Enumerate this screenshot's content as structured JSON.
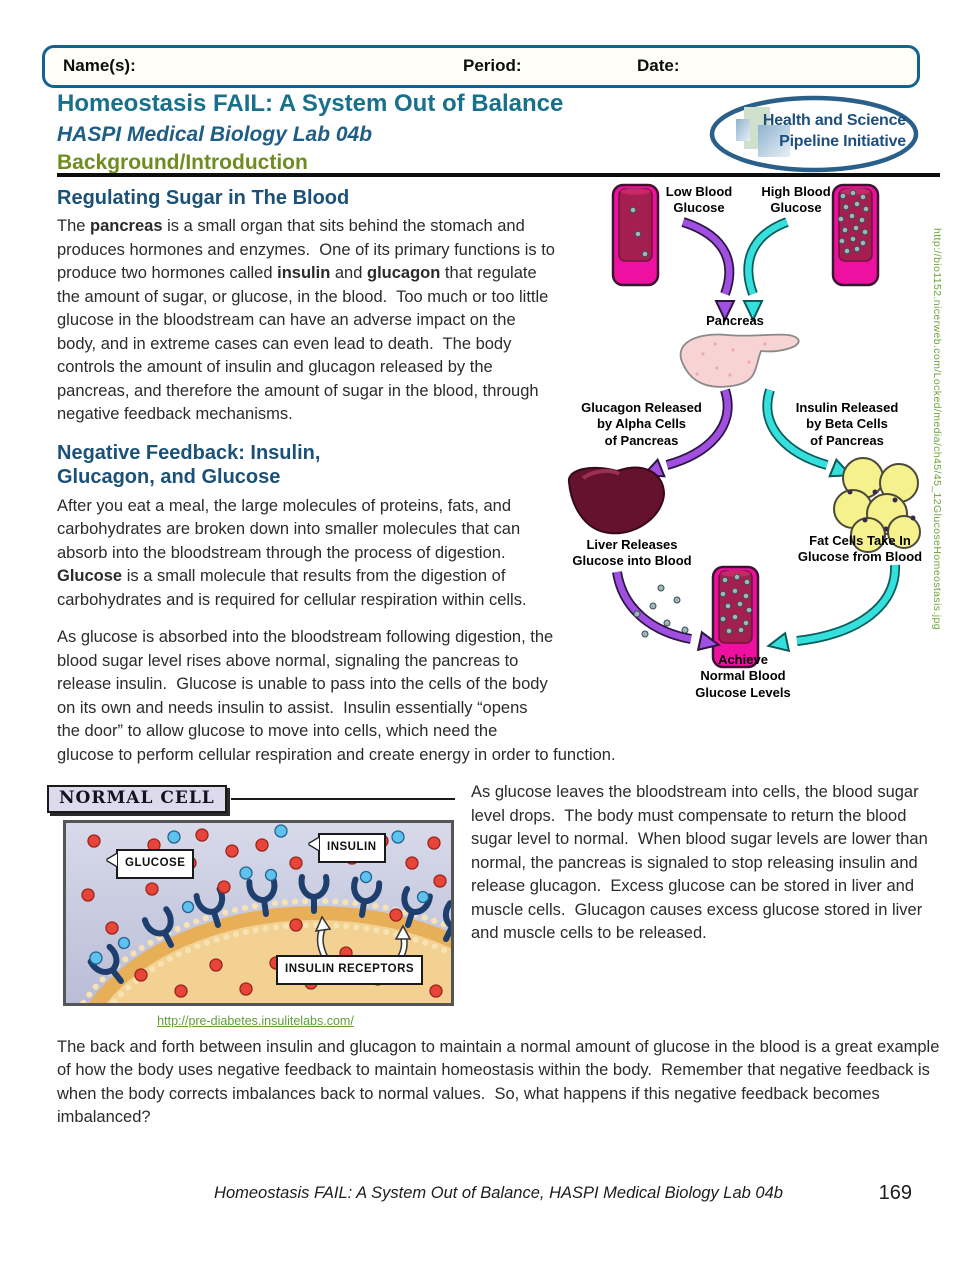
{
  "colors": {
    "accent_teal": "#19708a",
    "accent_blue": "#1b5178",
    "accent_olive": "#6f8c1f",
    "arrow_purple": "#a14fe0",
    "arrow_cyan": "#35e0dc",
    "vessel_pink": "#ee11a1",
    "link_green": "#6da33c"
  },
  "header": {
    "name_label": "Name(s):",
    "period_label": "Period:",
    "date_label": "Date:"
  },
  "title": {
    "main": "Homeostasis FAIL: A System Out of Balance",
    "sub": "HASPI Medical Biology Lab 04b",
    "section": "Background/Introduction"
  },
  "logo": {
    "line1": "Health and Science",
    "line2": "Pipeline Initiative"
  },
  "side_url": "http://bio1152.nicerweb.com/Locked/media/ch45/45_12GlucoseHomeostasis.jpg",
  "intro": {
    "heading": "Regulating Sugar in The Blood",
    "paragraph": [
      {
        "t": "The "
      },
      {
        "t": "pancreas",
        "b": true
      },
      {
        "t": " is a small organ that sits behind the stomach and produces hormones and enzymes.  One of its primary functions is to produce two hormones called "
      },
      {
        "t": "insulin",
        "b": true
      },
      {
        "t": " and "
      },
      {
        "t": "glucagon",
        "b": true
      },
      {
        "t": " that regulate the amount of sugar, or glucose, in the blood.  Too much or too little glucose in the bloodstream can have an adverse impact on the body, and in extreme cases can even lead to death.  The body controls the amount of insulin and glucagon released by the pancreas, and therefore the amount of sugar in the blood, through negative feedback mechanisms."
      }
    ]
  },
  "feedback": {
    "heading": "Negative Feedback: Insulin,\nGlucagon, and Glucose",
    "paragraph1": [
      {
        "t": "After you eat a meal, the large molecules of proteins, fats, and carbohydrates are broken down into smaller molecules that can absorb into the bloodstream through the process of digestion.  "
      },
      {
        "t": "Glucose",
        "b": true
      },
      {
        "t": " is a small molecule that results from the digestion of carbohydrates and is required for cellular respiration within cells."
      }
    ],
    "paragraph2": "As glucose is absorbed into the bloodstream following digestion, the blood sugar level rises above normal, signaling the pancreas to release insulin.  Glucose is unable to pass into the cells of the body on its own and needs insulin to assist.  Insulin essentially “opens the door” to allow glucose to move into cells, which need the glucose to perform cellular respiration and create energy in order to function."
  },
  "diagram": {
    "labels": {
      "low": "Low Blood\nGlucose",
      "high": "High Blood\nGlucose",
      "pancreas": "Pancreas",
      "glucagon": "Glucagon Released\nby Alpha Cells\nof Pancreas",
      "insulin": "Insulin Released\nby Beta Cells\nof Pancreas",
      "liver": "Liver Releases\nGlucose into Blood",
      "fat": "Fat Cells Take In\nGlucose from Blood",
      "achieve": "Achieve\nNormal Blood\nGlucose Levels"
    }
  },
  "cell_figure": {
    "banner": "NORMAL CELL",
    "glucose_label": "GLUCOSE",
    "insulin_label": "INSULIN",
    "receptors_label": "INSULIN RECEPTORS",
    "caption": "http://pre-diabetes.insulitelabs.com/"
  },
  "closing": {
    "paragraph1": "As glucose leaves the bloodstream into cells, the blood sugar level drops.  The body must compensate to return the blood sugar level to normal.  When blood sugar levels are lower than normal, the pancreas is signaled to stop releasing insulin and release glucagon.  Excess glucose can be stored in liver and muscle cells.  Glucagon causes excess glucose stored in liver and muscle cells to be released.",
    "paragraph2": "The back and forth between insulin and glucagon to maintain a normal amount of glucose in the blood is a great example of how the body uses negative feedback to maintain homeostasis within the body.  Remember that negative feedback is when the body corrects imbalances back to normal values.  So, what happens if this negative feedback becomes imbalanced?"
  },
  "footer": {
    "text": "Homeostasis FAIL: A System Out of Balance, HASPI Medical Biology Lab 04b",
    "page_number": "169"
  }
}
